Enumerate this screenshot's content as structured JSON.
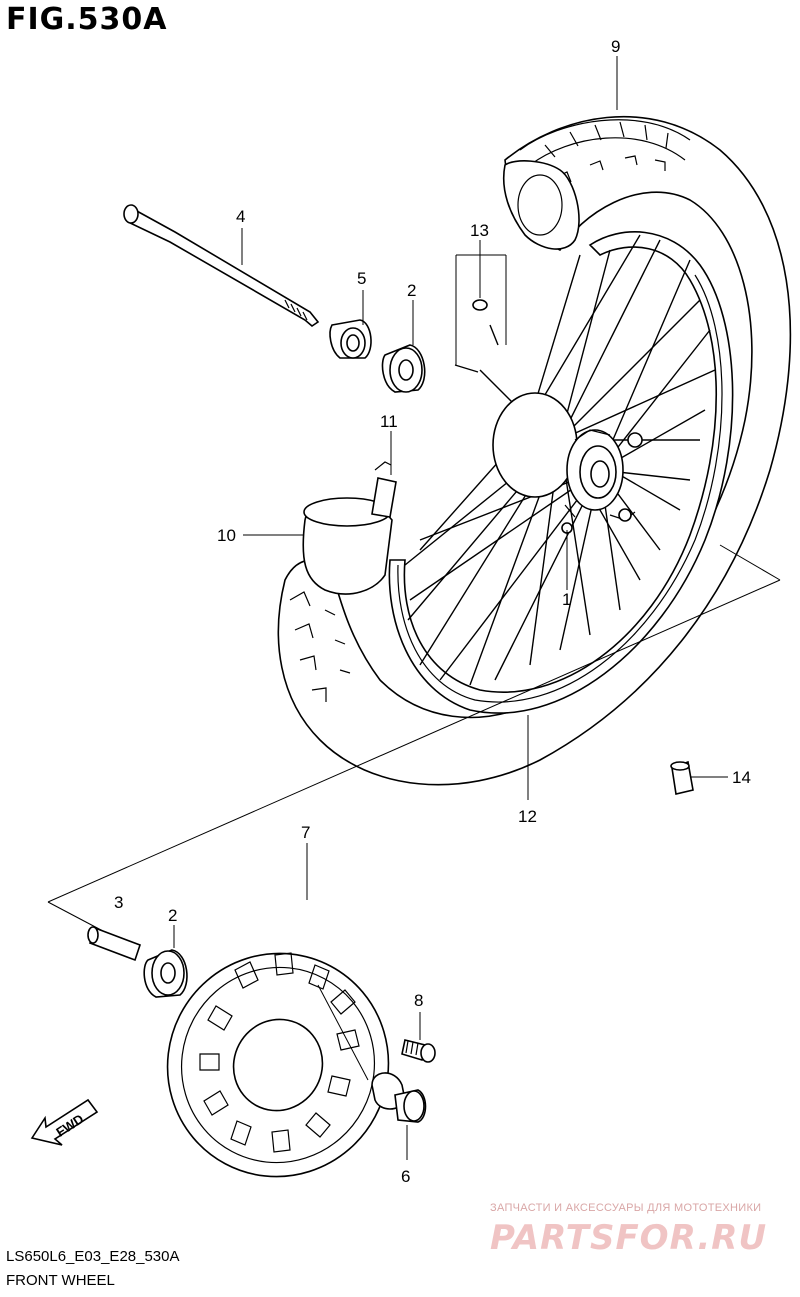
{
  "header": {
    "figure_title": "FIG.530A"
  },
  "footer": {
    "drawing_code": "LS650L6_E03_E28_530A",
    "caption": "FRONT WHEEL"
  },
  "watermark": {
    "tagline": "ЗАПЧАСТИ И АКСЕССУАРЫ ДЛЯ МОТОТЕХНИКИ",
    "logo_text": "PARTSFOR.RU"
  },
  "direction_arrow": {
    "label": "FWD"
  },
  "callouts": {
    "c1": "1",
    "c2a": "2",
    "c2b": "2",
    "c3": "3",
    "c4": "4",
    "c5": "5",
    "c6": "6",
    "c7": "7",
    "c8": "8",
    "c9": "9",
    "c10": "10",
    "c11": "11",
    "c12": "12",
    "c13": "13",
    "c14": "14"
  },
  "colors": {
    "line": "#000000",
    "background": "#ffffff",
    "watermark": "#e08c8c"
  }
}
